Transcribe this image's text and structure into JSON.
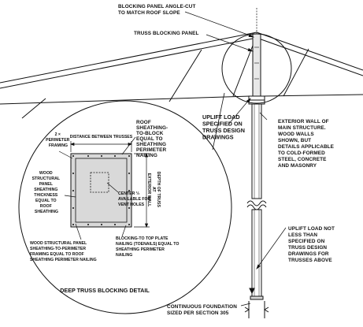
{
  "labels": {
    "blocking_panel_angle": [
      "BLOCKING PANEL ANGLE-CUT",
      "TO MATCH ROOF SLOPE"
    ],
    "truss_blocking_panel": [
      "TRUSS BLOCKING PANEL"
    ],
    "uplift_load": [
      "UPLIFT LOAD",
      "SPECIFIED ON",
      "TRUSS DESIGN",
      "DRAWINGS"
    ],
    "exterior_wall": [
      "EXTERIOR WALL OF",
      "MAIN STRUCTURE.",
      "WOOD WALLS",
      "SHOWN, BUT",
      "DETAILS APPLICABLE",
      "TO COLD-FORMED",
      "STEEL, CONCRETE",
      "AND MASONRY"
    ],
    "uplift_not_less": [
      "UPLIFT LOAD NOT",
      "LESS THAN",
      "SPECIFIED ON",
      "TRUSS DESIGN",
      "DRAWINGS FOR",
      "TRUSSES ABOVE"
    ],
    "continuous_foundation": [
      "CONTINUOUS FOUNDATION",
      "SIZED PER SECTION 305"
    ]
  },
  "detail": {
    "distance_between_trusses": "DISTANCE BETWEEN TRUSSES",
    "perimeter_framing": [
      "2 ×",
      "PERIMETER",
      "FRAMING"
    ],
    "roof_sheathing": [
      "ROOF",
      "SHEATHING-",
      "TO-BLOCK",
      "EQUAL TO",
      "SHEATHING",
      "PERIMETER",
      "NAILING"
    ],
    "wood_structural_panel": [
      "WOOD",
      "STRUCTURAL",
      "PANEL",
      "SHEATHING",
      "THICKNESS",
      "EQUAL TO",
      "ROOF",
      "SHEATHING"
    ],
    "center_third": [
      "CENTER ⅓",
      "AVAILABLE FOR",
      "VENT HOLES"
    ],
    "depth_of_truss": [
      "DEPTH OF TRUSS",
      "AT",
      "EXTERIOR WALL"
    ],
    "wsp_perimeter": [
      "WOOD STRUCTURAL PANEL",
      "SHEATHING-TO-PERIMETER",
      "FRAMING EQUAL TO ROOF",
      "SHEATHING PERIMETER NAILING"
    ],
    "blocking_top_plate": [
      "BLOCKING-TO TOP PLATE",
      "NAILING (TOENAILS) EQUAL TO",
      "SHEATHING PERIMETER",
      "NAILING"
    ],
    "title": "DEEP TRUSS BLOCKING DETAIL"
  }
}
